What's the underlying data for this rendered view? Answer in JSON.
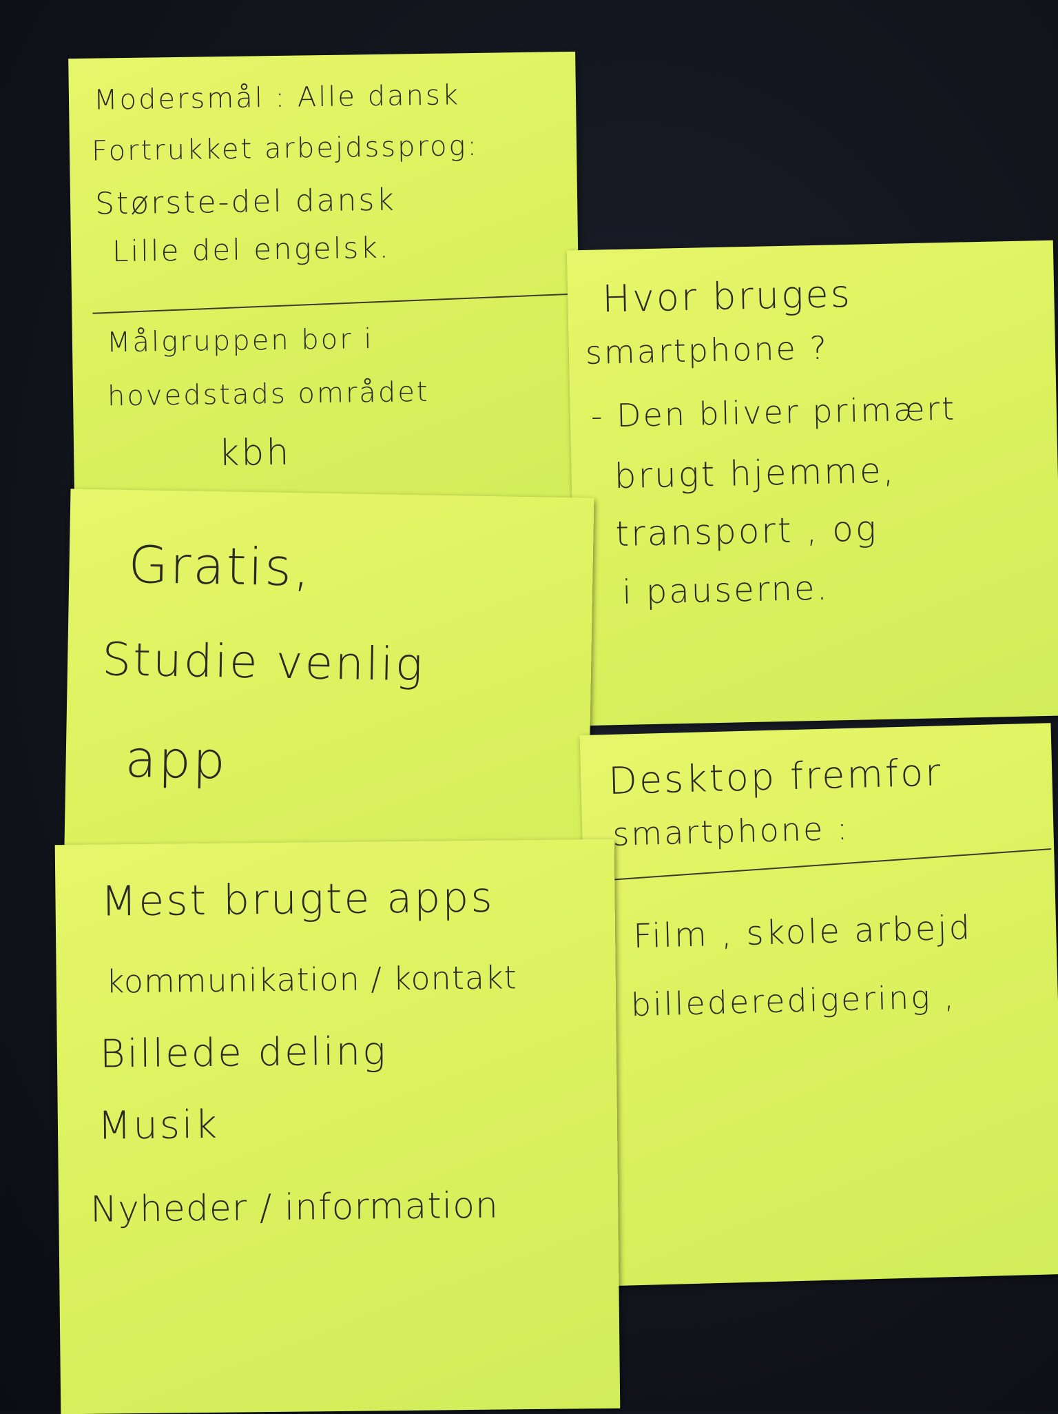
{
  "notes": {
    "note1": {
      "line1": "Modersmål : Alle dansk",
      "line2": "Fortrukket arbejdssprog:",
      "line3": "Største-del dansk",
      "line4": "Lille del engelsk.",
      "line5": "Målgruppen bor i",
      "line6": "hovedstads området",
      "line7": "kbh"
    },
    "note2": {
      "line1": "Hvor bruges",
      "line2": "smartphone ?",
      "line3": "- Den bliver primært",
      "line4": "brugt hjemme,",
      "line5": "transport , og",
      "line6": "i pauserne."
    },
    "note3": {
      "line1": "Gratis,",
      "line2": "Studie venlig",
      "line3": "app"
    },
    "note4": {
      "line1": "Desktop fremfor",
      "line2": "smartphone :",
      "line3": "Film , skole arbejd",
      "line4": "billederedigering ,"
    },
    "note5": {
      "line1": "Mest brugte apps",
      "line2": "kommunikation / kontakt",
      "line3": "Billede deling",
      "line4": "Musik",
      "line5": "Nyheder / information"
    }
  }
}
